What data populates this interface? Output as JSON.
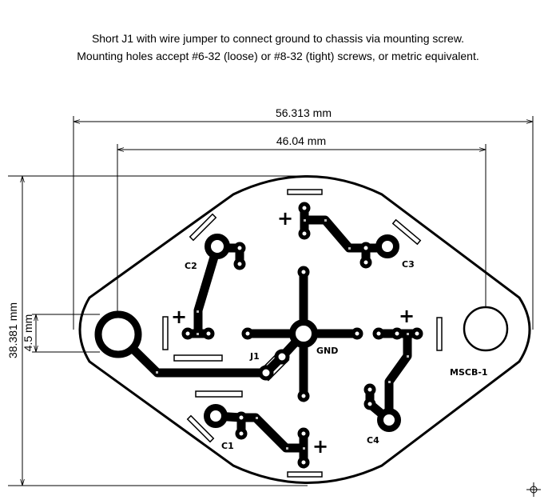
{
  "notes": {
    "line1": "Short J1 with wire jumper to connect ground to chassis via mounting screw.",
    "line2": "Mounting holes accept #6-32 (loose) or #8-32 (tight) screws, or metric equivalent."
  },
  "dimensions": {
    "overall_width": "56.313 mm",
    "hole_spacing": "46.04 mm",
    "overall_height": "38.381 mm",
    "hole_diameter": "4.5 mm"
  },
  "labels": {
    "c1": "C1",
    "c2": "C2",
    "c3": "C3",
    "c4": "C4",
    "j1": "J1",
    "gnd": "GND",
    "board_name": "MSCB-1",
    "plus": "+"
  },
  "icons": {
    "cursor": "move-crosshair-icon"
  }
}
